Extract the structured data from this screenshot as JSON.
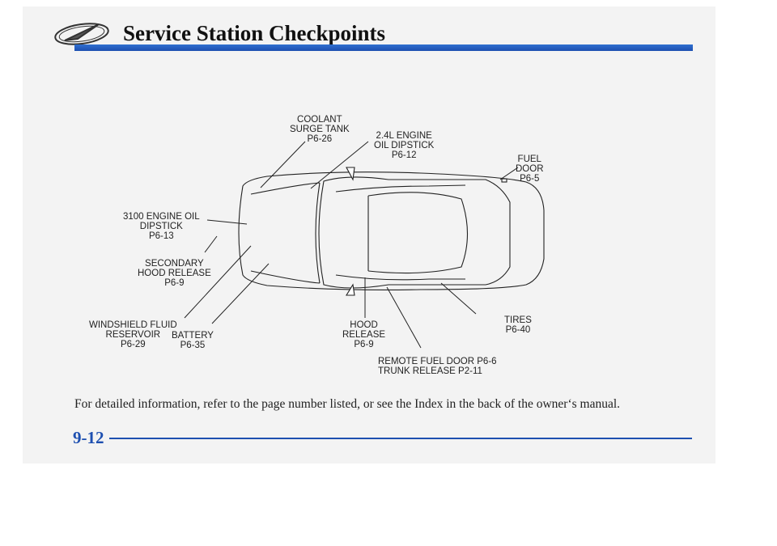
{
  "header": {
    "title": "Service Station Checkpoints",
    "logo": "oldsmobile-rocket-logo"
  },
  "diagram": {
    "labels": [
      {
        "id": "coolant",
        "lines": [
          "COOLANT",
          "SURGE TANK",
          "P6-26"
        ]
      },
      {
        "id": "oil24",
        "lines": [
          "2.4L ENGINE",
          "OIL DIPSTICK",
          "P6-12"
        ]
      },
      {
        "id": "fuel",
        "lines": [
          "FUEL",
          "DOOR",
          "P6-5"
        ]
      },
      {
        "id": "oil3100",
        "lines": [
          "3100 ENGINE OIL",
          "DIPSTICK",
          "P6-13"
        ]
      },
      {
        "id": "secondary",
        "lines": [
          "SECONDARY",
          "HOOD RELEASE",
          "P6-9"
        ]
      },
      {
        "id": "washer",
        "lines": [
          "WINDSHIELD FLUID",
          "RESERVOIR",
          "P6-29"
        ]
      },
      {
        "id": "battery",
        "lines": [
          "BATTERY",
          "P6-35"
        ]
      },
      {
        "id": "hood",
        "lines": [
          "HOOD",
          "RELEASE",
          "P6-9"
        ]
      },
      {
        "id": "tires",
        "lines": [
          "TIRES",
          "P6-40"
        ]
      },
      {
        "id": "remote",
        "lines": [
          "REMOTE FUEL DOOR P6-6",
          "TRUNK RELEASE P2-11"
        ]
      }
    ]
  },
  "footer": {
    "note": "For detailed information, refer to the page number listed, or see the Index in the back of the owner‘s manual.",
    "page_number": "9-12"
  },
  "colors": {
    "accent": "#1d4fb0"
  }
}
